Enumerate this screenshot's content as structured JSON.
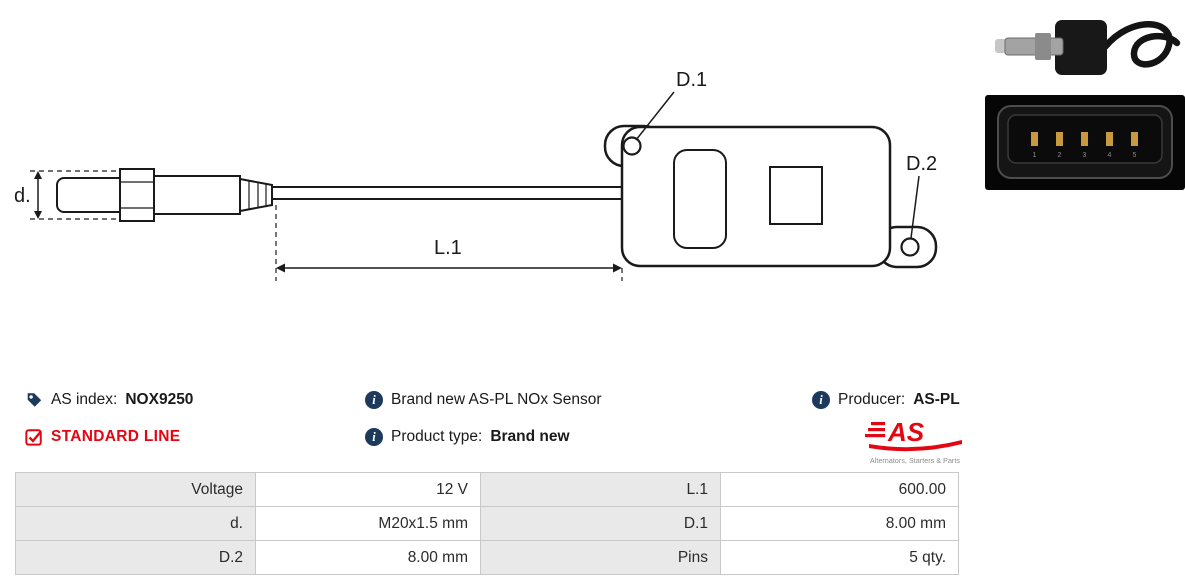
{
  "drawing": {
    "dim_d": "d.",
    "dim_l1": "L.1",
    "dim_d1": "D.1",
    "dim_d2": "D.2"
  },
  "photo": {
    "pin_labels": [
      "1",
      "2",
      "3",
      "4",
      "5"
    ]
  },
  "icons": {
    "info_glyph": "i"
  },
  "info": {
    "as_index": {
      "label": "AS index:",
      "value": "NOX9250"
    },
    "standard_line": "STANDARD LINE",
    "description": "Brand new AS-PL NOx Sensor",
    "product_type": {
      "label": "Product type:",
      "value": "Brand new"
    },
    "producer": {
      "label": "Producer:",
      "value": "AS-PL"
    },
    "logo": {
      "text": "AS",
      "tagline": "Alternators, Starters & Parts"
    }
  },
  "specs": {
    "rows": [
      {
        "c0": "Voltage",
        "c1": "12 V",
        "c2": "L.1",
        "c3": "600.00"
      },
      {
        "c0": "d.",
        "c1": "M20x1.5 mm",
        "c2": "D.1",
        "c3": "8.00 mm"
      },
      {
        "c0": "D.2",
        "c1": "8.00 mm",
        "c2": "Pins",
        "c3": "5 qty."
      }
    ]
  },
  "colors": {
    "brand_red": "#e30613",
    "icon_navy": "#1d3a5c",
    "drawing_ink": "#1a1a1a",
    "table_label_bg": "#e9e9e9",
    "table_border": "#c9c9c9"
  }
}
